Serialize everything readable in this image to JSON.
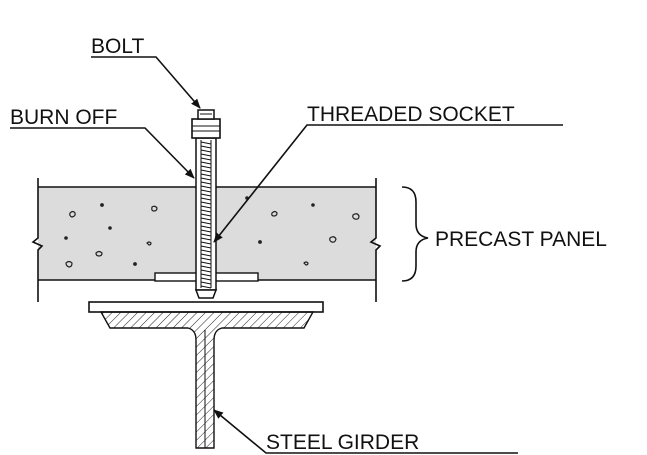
{
  "diagram": {
    "labels": {
      "bolt": "BOLT",
      "burn_off": "BURN OFF",
      "threaded_socket": "THREADED SOCKET",
      "precast_panel": "PRECAST PANEL",
      "steel_girder": "STEEL GIRDER"
    },
    "colors": {
      "panel_fill": "#dcdcdc",
      "line": "#111111",
      "background": "#ffffff"
    }
  }
}
